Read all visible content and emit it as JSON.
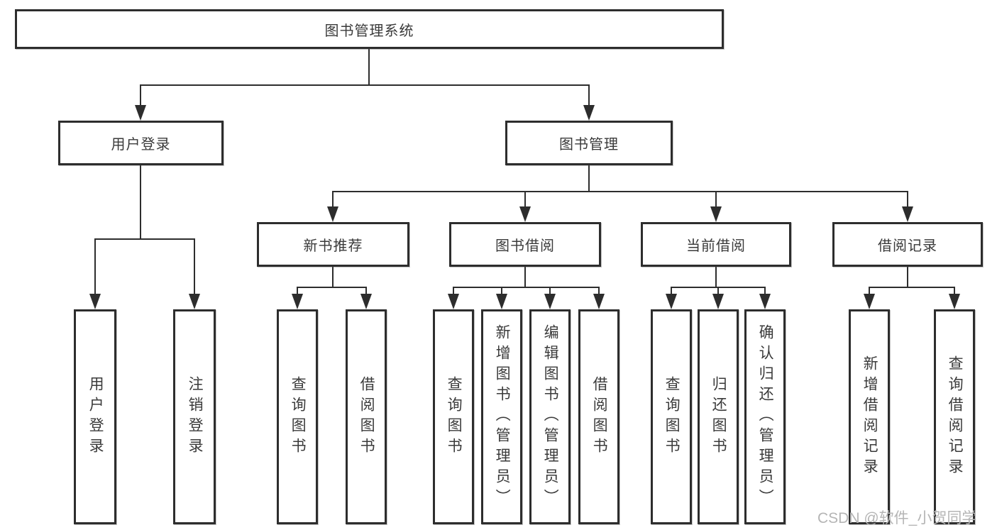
{
  "tree": {
    "root": "图书管理系统",
    "level2": [
      {
        "label": "用户登录",
        "children": [
          "用户登录",
          "注销登录"
        ]
      },
      {
        "label": "图书管理",
        "children": [
          {
            "label": "新书推荐",
            "children": [
              "查询图书",
              "借阅图书"
            ]
          },
          {
            "label": "图书借阅",
            "children": [
              "查询图书",
              "新增图书（管理员）",
              "编辑图书（管理员）",
              "借阅图书"
            ]
          },
          {
            "label": "当前借阅",
            "children": [
              "查询图书",
              "归还图书",
              "确认归还（管理员）"
            ]
          },
          {
            "label": "借阅记录",
            "children": [
              "新增借阅记录",
              "查询借阅记录"
            ]
          }
        ]
      }
    ]
  },
  "watermark": "CSDN @软件_小贺同学",
  "colors": {
    "line": "#2d2d2d",
    "text": "#3a3a3a",
    "watermark": "#b5b5b5",
    "background": "#ffffff"
  }
}
